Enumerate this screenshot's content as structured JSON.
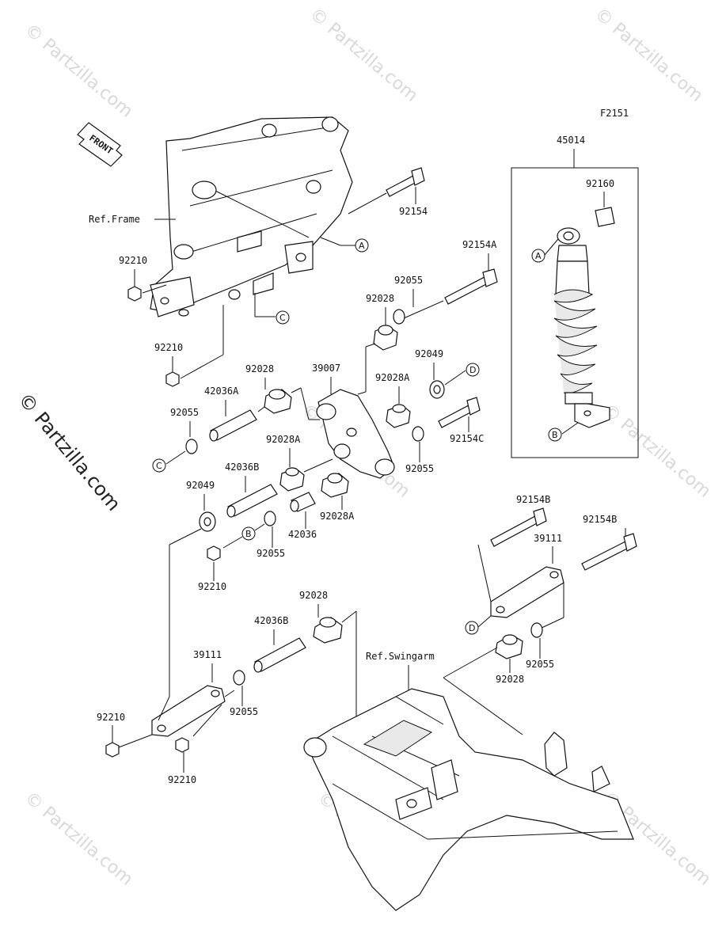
{
  "figure_code": "F2151",
  "front_label": "FRONT",
  "watermark": "© Partzilla.com",
  "refs": {
    "frame": "Ref.Frame",
    "swingarm": "Ref.Swingarm"
  },
  "callouts": {
    "a": "A",
    "b": "B",
    "c": "C",
    "d": "D"
  },
  "parts": {
    "p45014": "45014",
    "p92160": "92160",
    "p92154": "92154",
    "p92154A": "92154A",
    "p92154B": "92154B",
    "p92154C": "92154C",
    "p92210": "92210",
    "p92055": "92055",
    "p92028": "92028",
    "p92028A": "92028A",
    "p92049": "92049",
    "p39007": "39007",
    "p39111": "39111",
    "p42036": "42036",
    "p42036A": "42036A",
    "p42036B": "42036B"
  }
}
